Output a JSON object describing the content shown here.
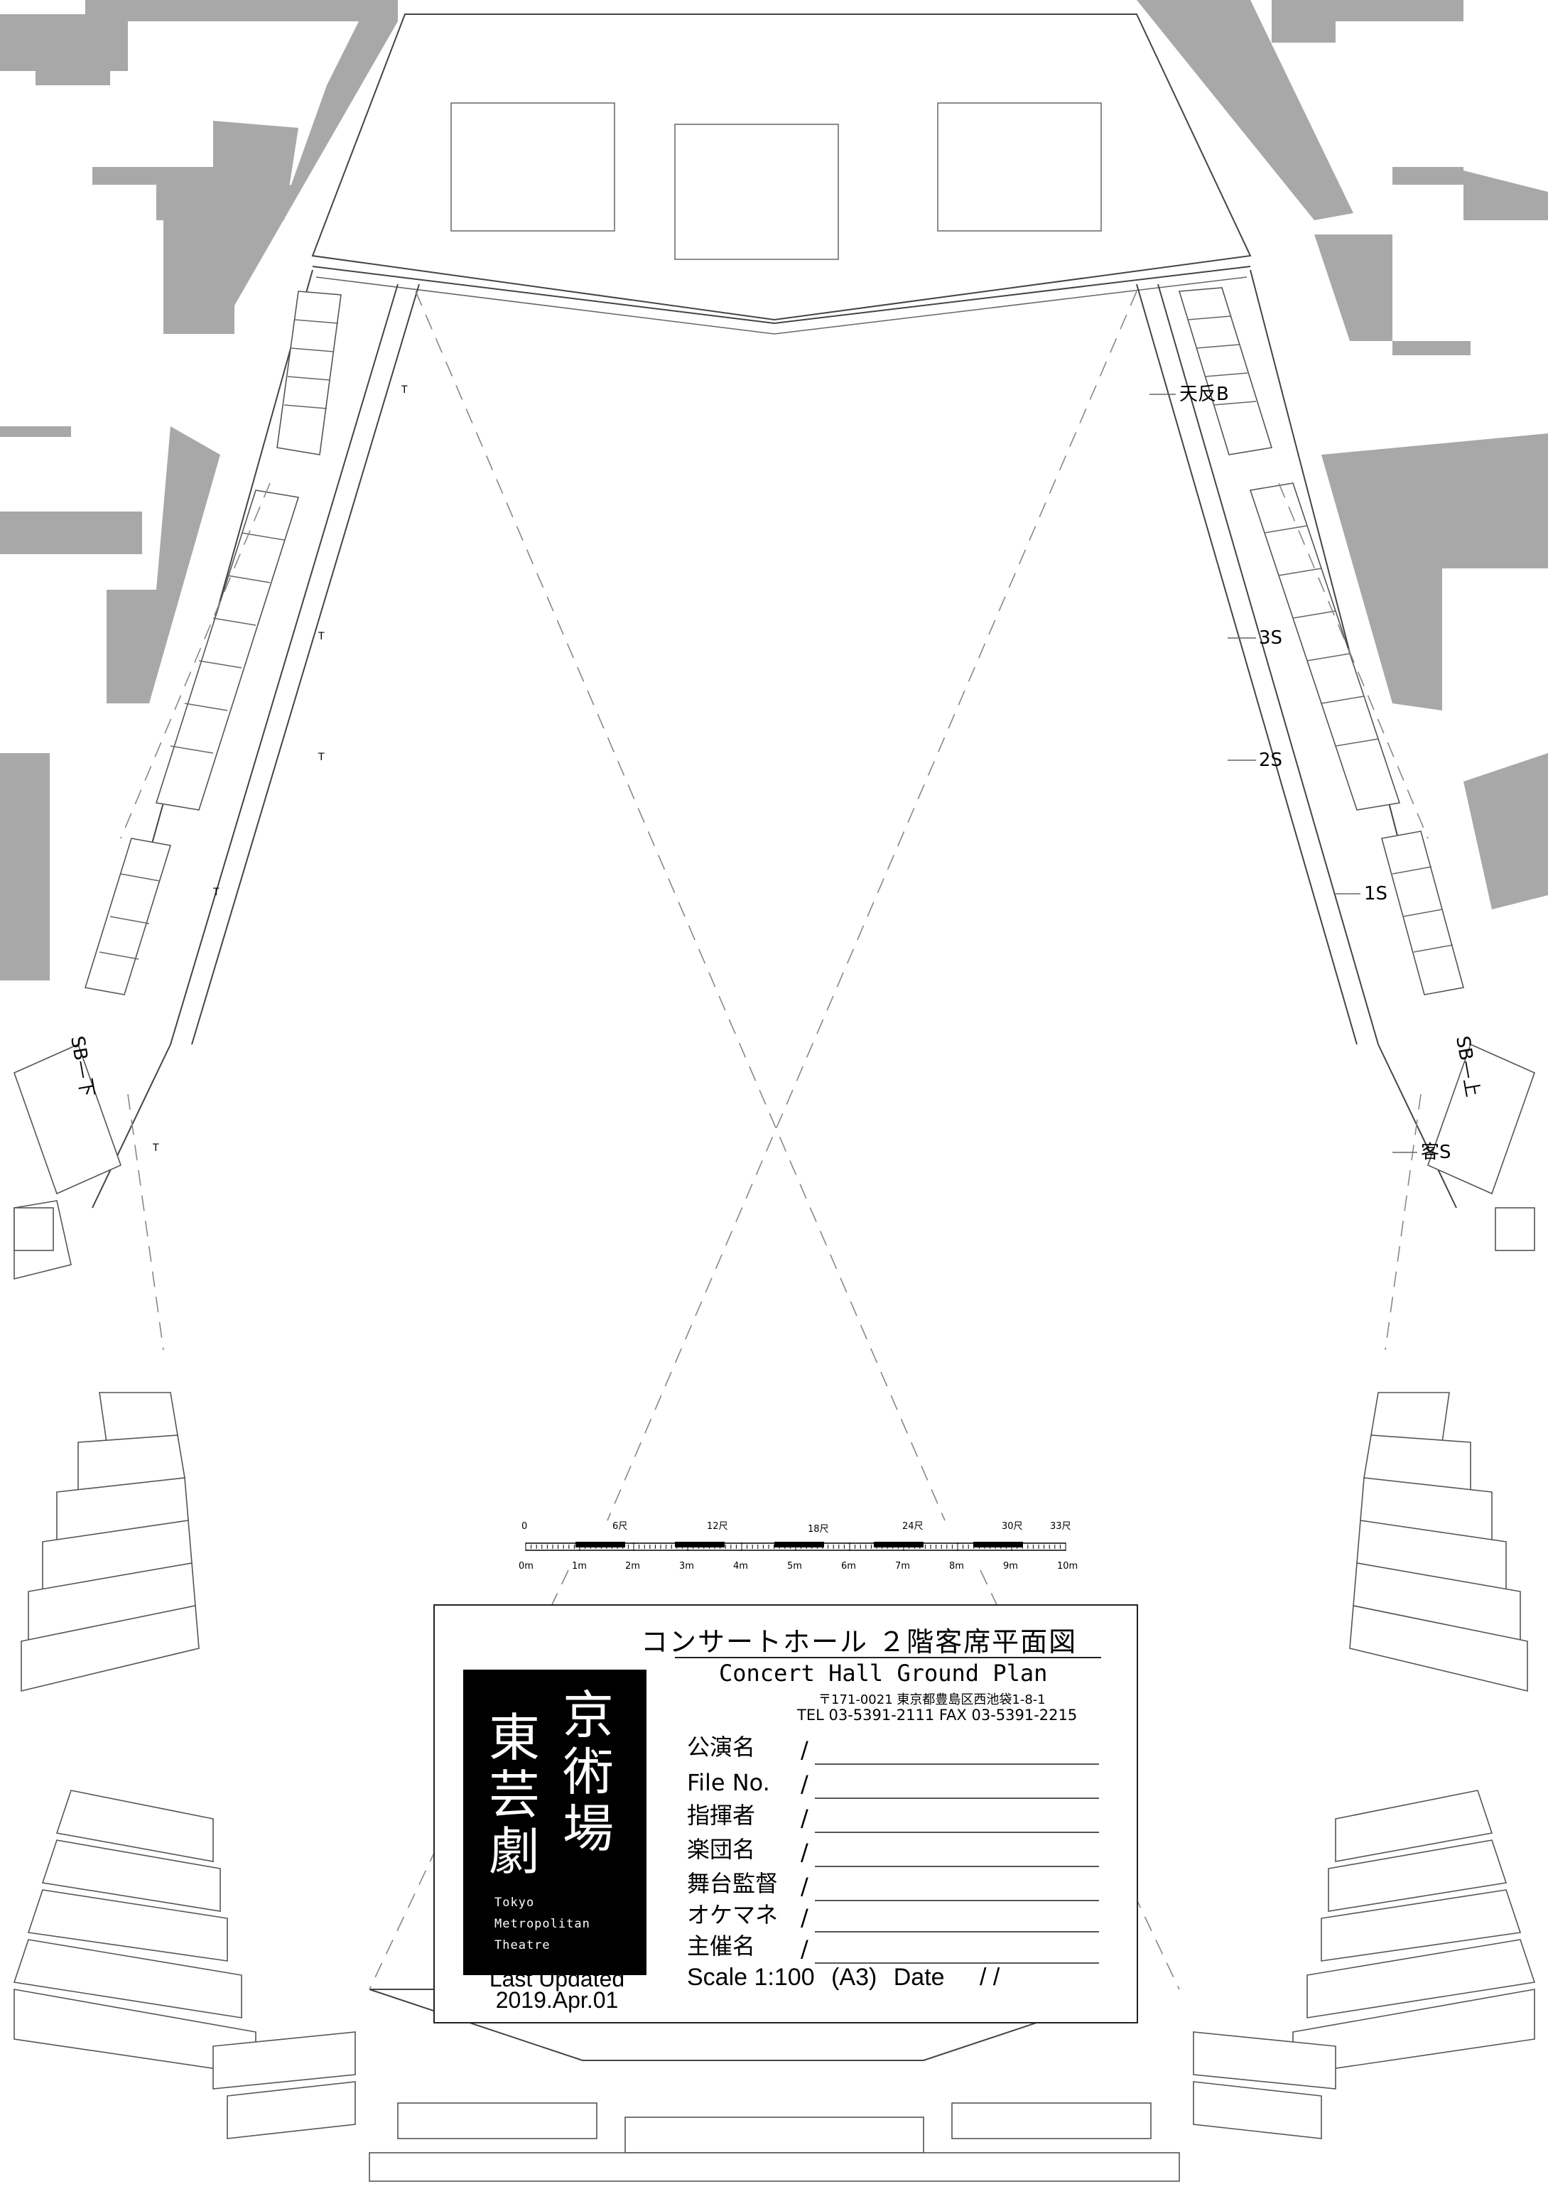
{
  "labels": {
    "tenhan": "天反B",
    "s3": "3S",
    "s2": "2S",
    "s1": "1S",
    "sb_left": "SB—下",
    "sb_right": "SB—上",
    "kyaku": "客S",
    "tick_mark": "T"
  },
  "scale_bar": {
    "shaku_ticks": [
      "0",
      "6尺",
      "12尺",
      "18尺",
      "24尺",
      "30尺",
      "33尺"
    ],
    "meter_ticks": [
      "0m",
      "1m",
      "2m",
      "3m",
      "4m",
      "5m",
      "6m",
      "7m",
      "8m",
      "9m",
      "10m"
    ]
  },
  "title_block": {
    "ja_title": "コンサートホール ２階客席平面図",
    "en_title": "Concert Hall  Ground Plan",
    "address": "〒171-0021  東京都豊島区西池袋1-8-1",
    "tel_fax": "TEL 03-5391-2111  FAX 03-5391-2215",
    "logo": {
      "col_right": [
        "京",
        "術",
        "場"
      ],
      "col_left": [
        "東",
        "芸",
        "劇"
      ],
      "en_lines": [
        "Tokyo",
        "Metropolitan",
        "Theatre"
      ]
    },
    "last_updated_label": "Last Updated",
    "last_updated_date": "2019.Apr.01",
    "fields": [
      {
        "label": "公演名",
        "slash": "/"
      },
      {
        "label": "File No.",
        "slash": "/"
      },
      {
        "label": "指揮者",
        "slash": "/"
      },
      {
        "label": "楽団名",
        "slash": "/"
      },
      {
        "label": "舞台監督",
        "slash": "/"
      },
      {
        "label": "オケマネ",
        "slash": "/"
      },
      {
        "label": "主催名",
        "slash": "/"
      }
    ],
    "scale_label": "Scale",
    "scale_value": "1:100",
    "paper": "(A3)",
    "date_label": "Date",
    "date_value": "/   /"
  }
}
